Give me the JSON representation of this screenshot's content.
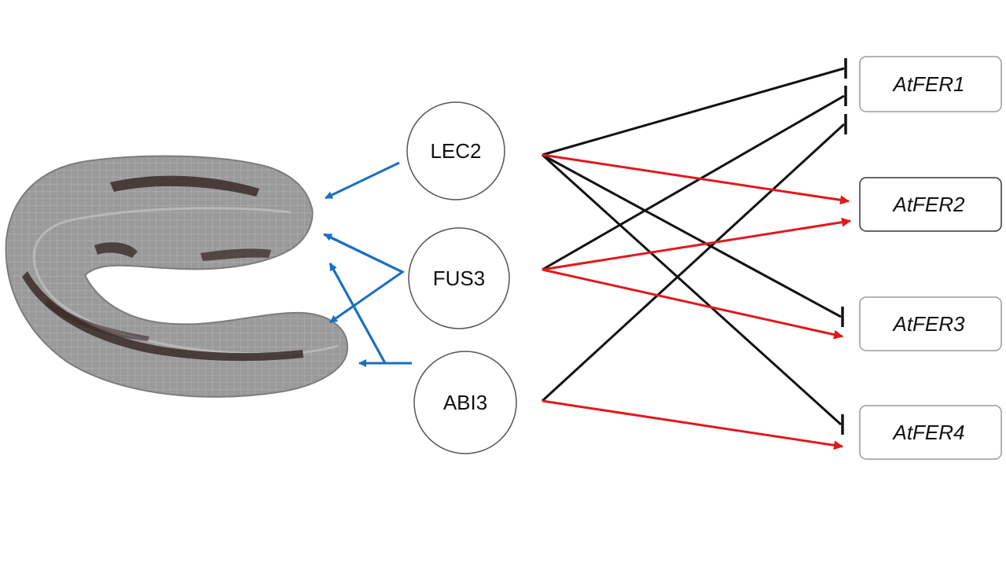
{
  "regulators": [
    {
      "id": "lec2",
      "label": "LEC2"
    },
    {
      "id": "fus3",
      "label": "FUS3"
    },
    {
      "id": "abi3",
      "label": "ABI3"
    }
  ],
  "targets": [
    {
      "id": "fer1",
      "label": "AtFER1"
    },
    {
      "id": "fer2",
      "label": "AtFER2"
    },
    {
      "id": "fer3",
      "label": "AtFER3"
    },
    {
      "id": "fer4",
      "label": "AtFER4"
    }
  ],
  "edges": [
    {
      "from": "lec2",
      "to": "fer1",
      "type": "repression"
    },
    {
      "from": "lec2",
      "to": "fer2",
      "type": "activation"
    },
    {
      "from": "lec2",
      "to": "fer3",
      "type": "repression"
    },
    {
      "from": "lec2",
      "to": "fer4",
      "type": "repression"
    },
    {
      "from": "fus3",
      "to": "fer1",
      "type": "repression"
    },
    {
      "from": "fus3",
      "to": "fer2",
      "type": "activation"
    },
    {
      "from": "fus3",
      "to": "fer3",
      "type": "activation"
    },
    {
      "from": "abi3",
      "to": "fer1",
      "type": "repression"
    },
    {
      "from": "abi3",
      "to": "fer4",
      "type": "activation"
    }
  ],
  "colors": {
    "activation": "#e0191c",
    "repression": "#111111",
    "embryo_arrows": "#1a6fbf",
    "embryo_tissue": "#9a9a9a",
    "embryo_outline": "#7c7c7c",
    "embryo_cells": "#3a2a28"
  }
}
